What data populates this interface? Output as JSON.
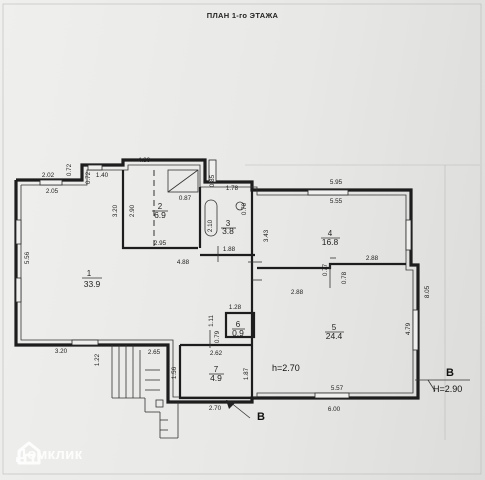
{
  "title": "ПЛАН 1-го ЭТАЖА",
  "rooms": [
    {
      "number": "1",
      "area": "33.9"
    },
    {
      "number": "2",
      "area": "6.9"
    },
    {
      "number": "3",
      "area": "3.8"
    },
    {
      "number": "4",
      "area": "16.8"
    },
    {
      "number": "5",
      "area": "24.4"
    },
    {
      "number": "6",
      "area": "0.9"
    },
    {
      "number": "7",
      "area": "4.9"
    }
  ],
  "dimensions": [
    "4.80",
    "0.72",
    "2.02",
    "1.40",
    "2.05",
    "0.72",
    "0.85",
    "0.87",
    "1.78",
    "5.95",
    "5.55",
    "3.20",
    "2.90",
    "5.56",
    "2.10",
    "0.70",
    "3.43",
    "2.95",
    "1.88",
    "4.88",
    "2.88",
    "0.77",
    "0.78",
    "8.05",
    "2.88",
    "1.28",
    "1.11",
    "4.79",
    "0.79",
    "3.20",
    "2.65",
    "2.62",
    "1.22",
    "1.56",
    "1.87",
    "5.57",
    "6.00",
    "2.70"
  ],
  "ceiling_height_room": "h=2.70",
  "ceiling_height_total": "H=2.90",
  "section_mark": "B",
  "watermark": {
    "text": "Домклик",
    "icon": "domclick-logo-icon",
    "color": "#ffffff"
  }
}
